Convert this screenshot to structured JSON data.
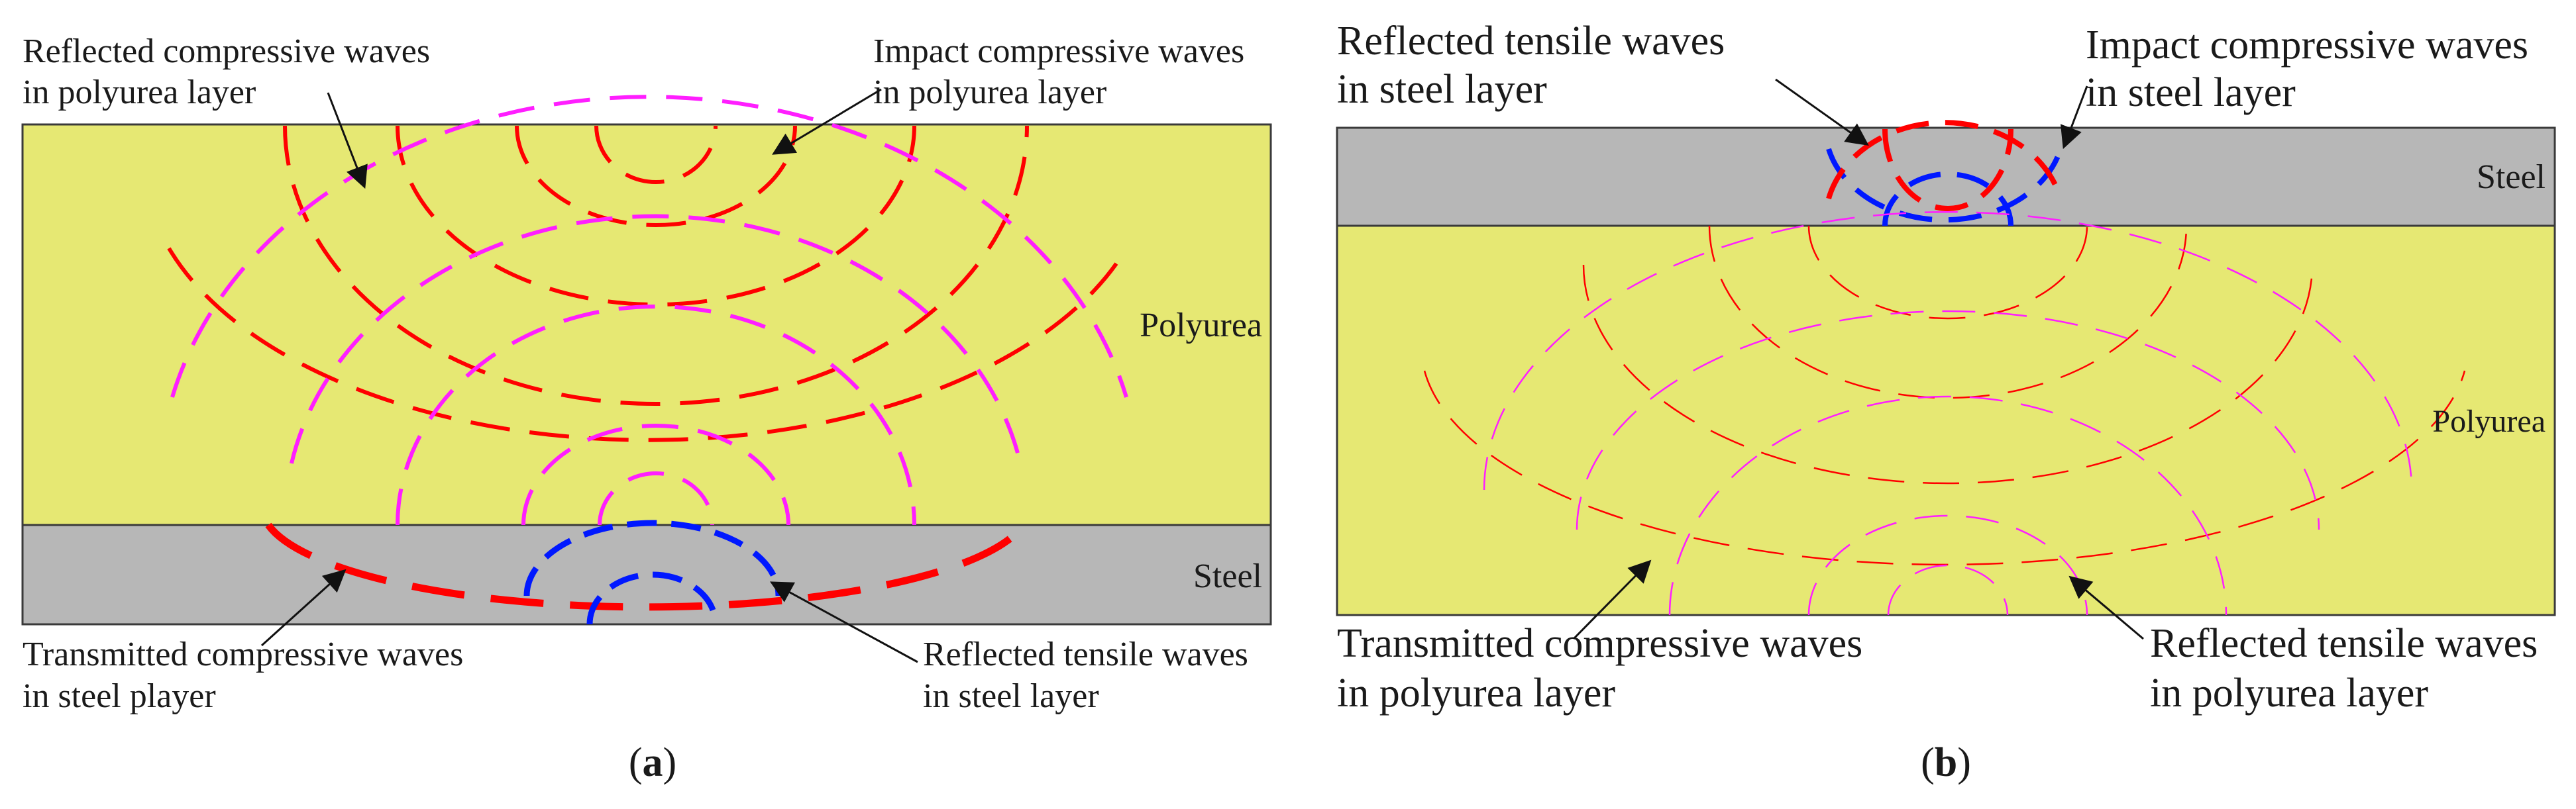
{
  "colors": {
    "polyurea_fill": "#e6e873",
    "steel_fill": "#b7b7b7",
    "impact_wave": "#ff0000",
    "reflected_compressive_wave": "#ff1eff",
    "tensile_wave": "#0018ff",
    "outline": "#3a3a3a"
  },
  "panel_a": {
    "caption_letter": "a",
    "layer_polyurea": "Polyurea",
    "layer_steel": "Steel",
    "annotations": {
      "reflected_compressive_l1": "Reflected compressive waves",
      "reflected_compressive_l2": "in polyurea layer",
      "impact_compressive_l1": "Impact compressive waves",
      "impact_compressive_l2": "in polyurea layer",
      "transmitted_compressive_l1": "Transmitted compressive waves",
      "transmitted_compressive_l2": "in steel player",
      "reflected_tensile_l1": "Reflected tensile waves",
      "reflected_tensile_l2": "in steel layer"
    }
  },
  "panel_b": {
    "caption_letter": "b",
    "layer_polyurea": "Polyurea",
    "layer_steel": "Steel",
    "annotations": {
      "reflected_tensile_l1": "Reflected tensile waves",
      "reflected_tensile_l2": "in steel layer",
      "impact_compressive_l1": "Impact compressive waves",
      "impact_compressive_l2": "in steel layer",
      "transmitted_compressive_l1": "Transmitted compressive waves",
      "transmitted_compressive_l2": "in polyurea layer",
      "reflected_tensile_poly_l1": "Reflected tensile waves",
      "reflected_tensile_poly_l2": "in polyurea layer"
    }
  }
}
